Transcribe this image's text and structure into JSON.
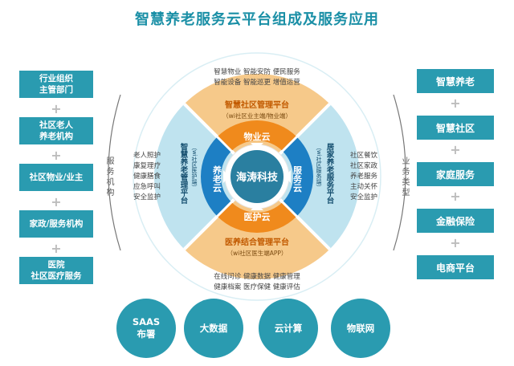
{
  "title": "智慧养老服务云平台组成及服务应用",
  "left_items": [
    {
      "line1": "行业组织",
      "line2": "主管部门"
    },
    {
      "line1": "社区老人",
      "line2": "养老机构"
    },
    {
      "line1": "社区物业/业主",
      "line2": ""
    },
    {
      "line1": "家政/服务机构",
      "line2": ""
    },
    {
      "line1": "医院",
      "line2": "社区医疗服务"
    }
  ],
  "left_label": "服务机构",
  "right_items": [
    "智慧养老",
    "智慧社区",
    "家庭服务",
    "金融保险",
    "电商平台"
  ],
  "right_label": "业务类型",
  "plus_symbol": "+",
  "center": "海涛科技",
  "inner": {
    "top": "物业云",
    "bottom": "医护云",
    "left": "养老云",
    "right": "服务云"
  },
  "platforms": {
    "top": {
      "name": "智慧社区管理平台",
      "sub": "（wi社区业主端/物业端）"
    },
    "bottom": {
      "name": "医养结合管理平台",
      "sub": "（wi社区医生端APP）"
    },
    "left": {
      "name": "智慧养老管理平台",
      "sub": "（wi社区医护端）"
    },
    "right": {
      "name": "居家养老服务平台",
      "sub": "（wi社区服务端）"
    }
  },
  "features": {
    "top": [
      "智慧物业  智能安防  便民服务",
      "智能设备  智能巡更  增值运营"
    ],
    "bottom": [
      "在线问诊  健康数据  健康管理",
      "健康档案  医疗保健  健康评估"
    ],
    "left": [
      "老人照护",
      "康复理疗",
      "健康膳食",
      "应急呼叫",
      "安全监护"
    ],
    "right": [
      "社区餐饮",
      "社区家政",
      "养老服务",
      "主动关怀",
      "安全监护"
    ]
  },
  "bottom_tech": [
    {
      "line1": "SAAS",
      "line2": "布署"
    },
    {
      "line1": "大数据",
      "line2": ""
    },
    {
      "line1": "云计算",
      "line2": ""
    },
    {
      "line1": "物联网",
      "line2": ""
    }
  ],
  "colors": {
    "teal": "#2a9bb0",
    "orange": "#f08a1c",
    "light_orange": "#f6c98a",
    "blue_band": "#1d7fc4",
    "light_blue": "#bfe3ef"
  }
}
